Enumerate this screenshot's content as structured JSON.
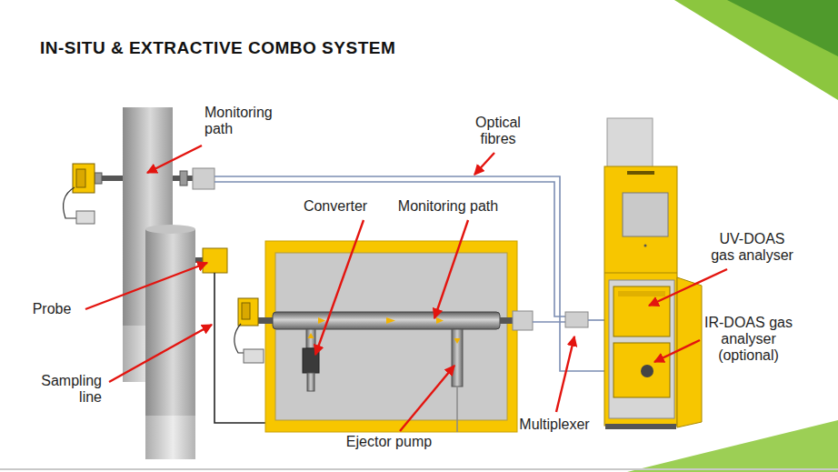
{
  "diagram": {
    "title": "IN-SITU & EXTRACTIVE COMBO SYSTEM",
    "labels": [
      "Monitoring path",
      "Optical fibres",
      "Converter",
      "Monitoring path",
      "UV-DOAS gas analyser",
      "Probe",
      "IR-DOAS gas analyser (optional)",
      "Sampling line",
      "Multiplexer",
      "Ejector pump"
    ]
  }
}
